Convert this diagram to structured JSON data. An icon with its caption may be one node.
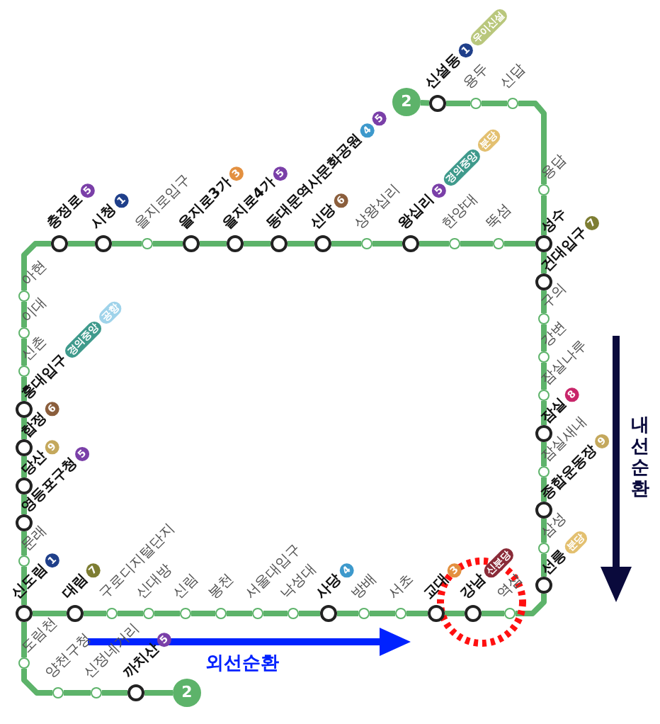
{
  "diagram": {
    "nodes": [
      {
        "text": [
          "2"
        ]
      },
      {
        "text": [],
        "shape": "circle",
        "beside": [
          "신설동",
          "1",
          "우이신설"
        ]
      },
      {
        "text": [],
        "shape": "circle",
        "beside": [
          "용두"
        ]
      },
      {
        "text": [],
        "shape": "circle",
        "beside": [
          "신답"
        ]
      },
      {
        "text": [],
        "shape": "circle",
        "beside": [
          "용답"
        ]
      },
      {
        "text": [],
        "shape": "circle",
        "beside": [
          "성수"
        ]
      },
      {
        "text": [],
        "shape": "circle",
        "beside": [
          "건대입구",
          "7"
        ]
      },
      {
        "text": [],
        "shape": "circle",
        "beside": [
          "구의"
        ]
      },
      {
        "text": [],
        "shape": "circle",
        "beside": [
          "강변"
        ]
      },
      {
        "text": [],
        "shape": "circle",
        "beside": [
          "잠실나루"
        ]
      },
      {
        "text": [],
        "shape": "circle",
        "beside": [
          "잠실",
          "8"
        ]
      },
      {
        "text": [],
        "shape": "circle",
        "beside": [
          "잠실새내"
        ]
      },
      {
        "text": [],
        "shape": "circle",
        "beside": [
          "종합운동장",
          "9"
        ]
      },
      {
        "text": [],
        "shape": "circle",
        "beside": [
          "삼성"
        ]
      },
      {
        "text": [],
        "shape": "circle",
        "beside": [
          "선릉",
          "분당"
        ]
      },
      {
        "text": [],
        "shape": "circle",
        "beside": [
          "역삼"
        ]
      },
      {
        "text": [],
        "shape": "circle",
        "beside": [
          "강남",
          "신분당"
        ]
      },
      {
        "text": [],
        "shape": "circle",
        "beside": [
          "교대",
          "3"
        ]
      },
      {
        "text": [],
        "shape": "circle",
        "beside": [
          "서초"
        ]
      },
      {
        "text": [],
        "shape": "circle",
        "beside": [
          "방배"
        ]
      },
      {
        "text": [],
        "shape": "circle",
        "beside": [
          "사당",
          "4"
        ]
      },
      {
        "text": [],
        "shape": "circle",
        "beside": [
          "낙성대"
        ]
      },
      {
        "text": [],
        "shape": "circle",
        "beside": [
          "서울대입구"
        ]
      },
      {
        "text": [],
        "shape": "circle",
        "beside": [
          "봉천"
        ]
      },
      {
        "text": [],
        "shape": "circle",
        "beside": [
          "신림"
        ]
      },
      {
        "text": [],
        "shape": "circle",
        "beside": [
          "신대방"
        ]
      },
      {
        "text": [],
        "shape": "circle",
        "beside": [
          "구로디지털단지"
        ]
      },
      {
        "text": [],
        "shape": "circle",
        "beside": [
          "대림",
          "7"
        ]
      },
      {
        "text": [],
        "shape": "circle",
        "beside": [
          "신도림",
          "1"
        ]
      },
      {
        "text": [],
        "shape": "circle",
        "beside": [
          "문래"
        ]
      },
      {
        "text": [],
        "shape": "circle",
        "beside": [
          "영등포구청",
          "5"
        ]
      },
      {
        "text": [],
        "shape": "circle",
        "beside": [
          "당산",
          "9"
        ]
      },
      {
        "text": [],
        "shape": "circle",
        "beside": [
          "합정",
          "6"
        ]
      },
      {
        "text": [],
        "shape": "circle",
        "beside": [
          "홍대입구",
          "경의중앙",
          "공항"
        ]
      },
      {
        "text": [],
        "shape": "circle",
        "beside": [
          "신촌"
        ]
      },
      {
        "text": [],
        "shape": "circle",
        "beside": [
          "이대"
        ]
      },
      {
        "text": [],
        "shape": "circle",
        "beside": [
          "아현"
        ]
      },
      {
        "text": [],
        "shape": "circle",
        "beside": [
          "충정로",
          "5"
        ]
      },
      {
        "text": [],
        "shape": "circle",
        "beside": [
          "시청",
          "1"
        ]
      },
      {
        "text": [],
        "shape": "circle",
        "beside": [
          "을지로입구"
        ]
      },
      {
        "text": [],
        "shape": "circle",
        "beside": [
          "을지로3가",
          "3"
        ]
      },
      {
        "text": [],
        "shape": "circle",
        "beside": [
          "을지로4가",
          "5"
        ]
      },
      {
        "text": [],
        "shape": "circle",
        "beside": [
          "동대문역사문화공원",
          "4",
          "5"
        ]
      },
      {
        "text": [],
        "shape": "circle",
        "beside": [
          "신당",
          "6"
        ]
      },
      {
        "text": [],
        "shape": "circle",
        "beside": [
          "상왕십리"
        ]
      },
      {
        "text": [],
        "shape": "circle",
        "beside": [
          "왕십리",
          "5",
          "경의중앙",
          "분당"
        ]
      },
      {
        "text": [],
        "shape": "circle",
        "beside": [
          "한양대"
        ]
      },
      {
        "text": [],
        "shape": "circle",
        "beside": [
          "뚝섬"
        ]
      },
      {
        "text": [],
        "shape": "circle",
        "beside": [
          "도림천"
        ]
      },
      {
        "text": [],
        "shape": "circle",
        "beside": [
          "양천구청"
        ]
      },
      {
        "text": [],
        "shape": "circle",
        "beside": [
          "신정네거리"
        ]
      },
      {
        "text": [],
        "shape": "circle",
        "beside": [
          "까치산",
          "5"
        ]
      },
      {
        "text": [
          "2"
        ]
      }
    ],
    "edges": [
      {
        "from": 0,
        "to": 1,
        "arrow": "none"
      },
      {
        "from": 1,
        "to": 2,
        "arrow": "none"
      },
      {
        "from": 2,
        "to": 3,
        "arrow": "none"
      },
      {
        "from": 3,
        "to": 4,
        "arrow": "none"
      },
      {
        "from": 4,
        "to": 5,
        "arrow": "none"
      },
      {
        "from": 5,
        "to": 6,
        "arrow": "none"
      },
      {
        "from": 6,
        "to": 7,
        "arrow": "none"
      },
      {
        "from": 7,
        "to": 8,
        "arrow": "none"
      },
      {
        "from": 8,
        "to": 9,
        "arrow": "none"
      },
      {
        "from": 9,
        "to": 10,
        "arrow": "none"
      },
      {
        "from": 10,
        "to": 11,
        "arrow": "none"
      },
      {
        "from": 11,
        "to": 12,
        "arrow": "none"
      },
      {
        "from": 12,
        "to": 13,
        "arrow": "none"
      },
      {
        "from": 13,
        "to": 14,
        "arrow": "none"
      },
      {
        "from": 14,
        "to": 15,
        "arrow": "none"
      },
      {
        "from": 15,
        "to": 16,
        "arrow": "none"
      },
      {
        "from": 16,
        "to": 17,
        "arrow": "none"
      },
      {
        "from": 17,
        "to": 18,
        "arrow": "none"
      },
      {
        "from": 18,
        "to": 19,
        "arrow": "none"
      },
      {
        "from": 19,
        "to": 20,
        "arrow": "none"
      },
      {
        "from": 20,
        "to": 21,
        "arrow": "none"
      },
      {
        "from": 21,
        "to": 22,
        "arrow": "none"
      },
      {
        "from": 22,
        "to": 23,
        "arrow": "none"
      },
      {
        "from": 23,
        "to": 24,
        "arrow": "none"
      },
      {
        "from": 24,
        "to": 25,
        "arrow": "none"
      },
      {
        "from": 25,
        "to": 26,
        "arrow": "none"
      },
      {
        "from": 26,
        "to": 27,
        "arrow": "none"
      },
      {
        "from": 27,
        "to": 28,
        "arrow": "none"
      },
      {
        "from": 28,
        "to": 29,
        "arrow": "none"
      },
      {
        "from": 29,
        "to": 30,
        "arrow": "none"
      },
      {
        "from": 30,
        "to": 31,
        "arrow": "none"
      },
      {
        "from": 31,
        "to": 32,
        "arrow": "none"
      },
      {
        "from": 32,
        "to": 33,
        "arrow": "none"
      },
      {
        "from": 33,
        "to": 34,
        "arrow": "none"
      },
      {
        "from": 34,
        "to": 35,
        "arrow": "none"
      },
      {
        "from": 35,
        "to": 36,
        "arrow": "none"
      },
      {
        "from": 36,
        "to": 37,
        "arrow": "none"
      },
      {
        "from": 37,
        "to": 38,
        "arrow": "none"
      },
      {
        "from": 38,
        "to": 39,
        "arrow": "none"
      },
      {
        "from": 39,
        "to": 40,
        "arrow": "none"
      },
      {
        "from": 40,
        "to": 41,
        "arrow": "none"
      },
      {
        "from": 41,
        "to": 42,
        "arrow": "none"
      },
      {
        "from": 42,
        "to": 43,
        "arrow": "none"
      },
      {
        "from": 43,
        "to": 44,
        "arrow": "none"
      },
      {
        "from": 44,
        "to": 45,
        "arrow": "none"
      },
      {
        "from": 45,
        "to": 46,
        "arrow": "none"
      },
      {
        "from": 46,
        "to": 47,
        "arrow": "none"
      },
      {
        "from": 47,
        "to": 5,
        "arrow": "none"
      },
      {
        "from": 28,
        "to": 48,
        "arrow": "none"
      },
      {
        "from": 48,
        "to": 49,
        "arrow": "none"
      },
      {
        "from": 49,
        "to": 50,
        "arrow": "none"
      },
      {
        "from": 50,
        "to": 51,
        "arrow": "none"
      },
      {
        "from": 51,
        "to": 52,
        "arrow": "none"
      }
    ],
    "labels": [
      "외선순환",
      "내선순환"
    ]
  }
}
